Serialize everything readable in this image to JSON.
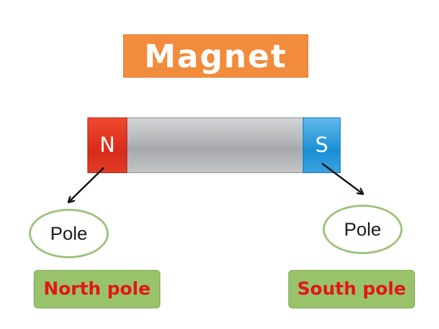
{
  "title": "Magnet",
  "magnet": {
    "north_letter": "N",
    "south_letter": "S"
  },
  "poles": {
    "left_label": "Pole",
    "right_label": "Pole"
  },
  "names": {
    "north": "North pole",
    "south": "South pole"
  },
  "colors": {
    "title_bg": "#f28b3c",
    "north": "#d72b1c",
    "south": "#1a8fd6",
    "name_bg": "#99c36a",
    "name_text": "#e5141b",
    "ellipse_border": "#9ac27a"
  }
}
